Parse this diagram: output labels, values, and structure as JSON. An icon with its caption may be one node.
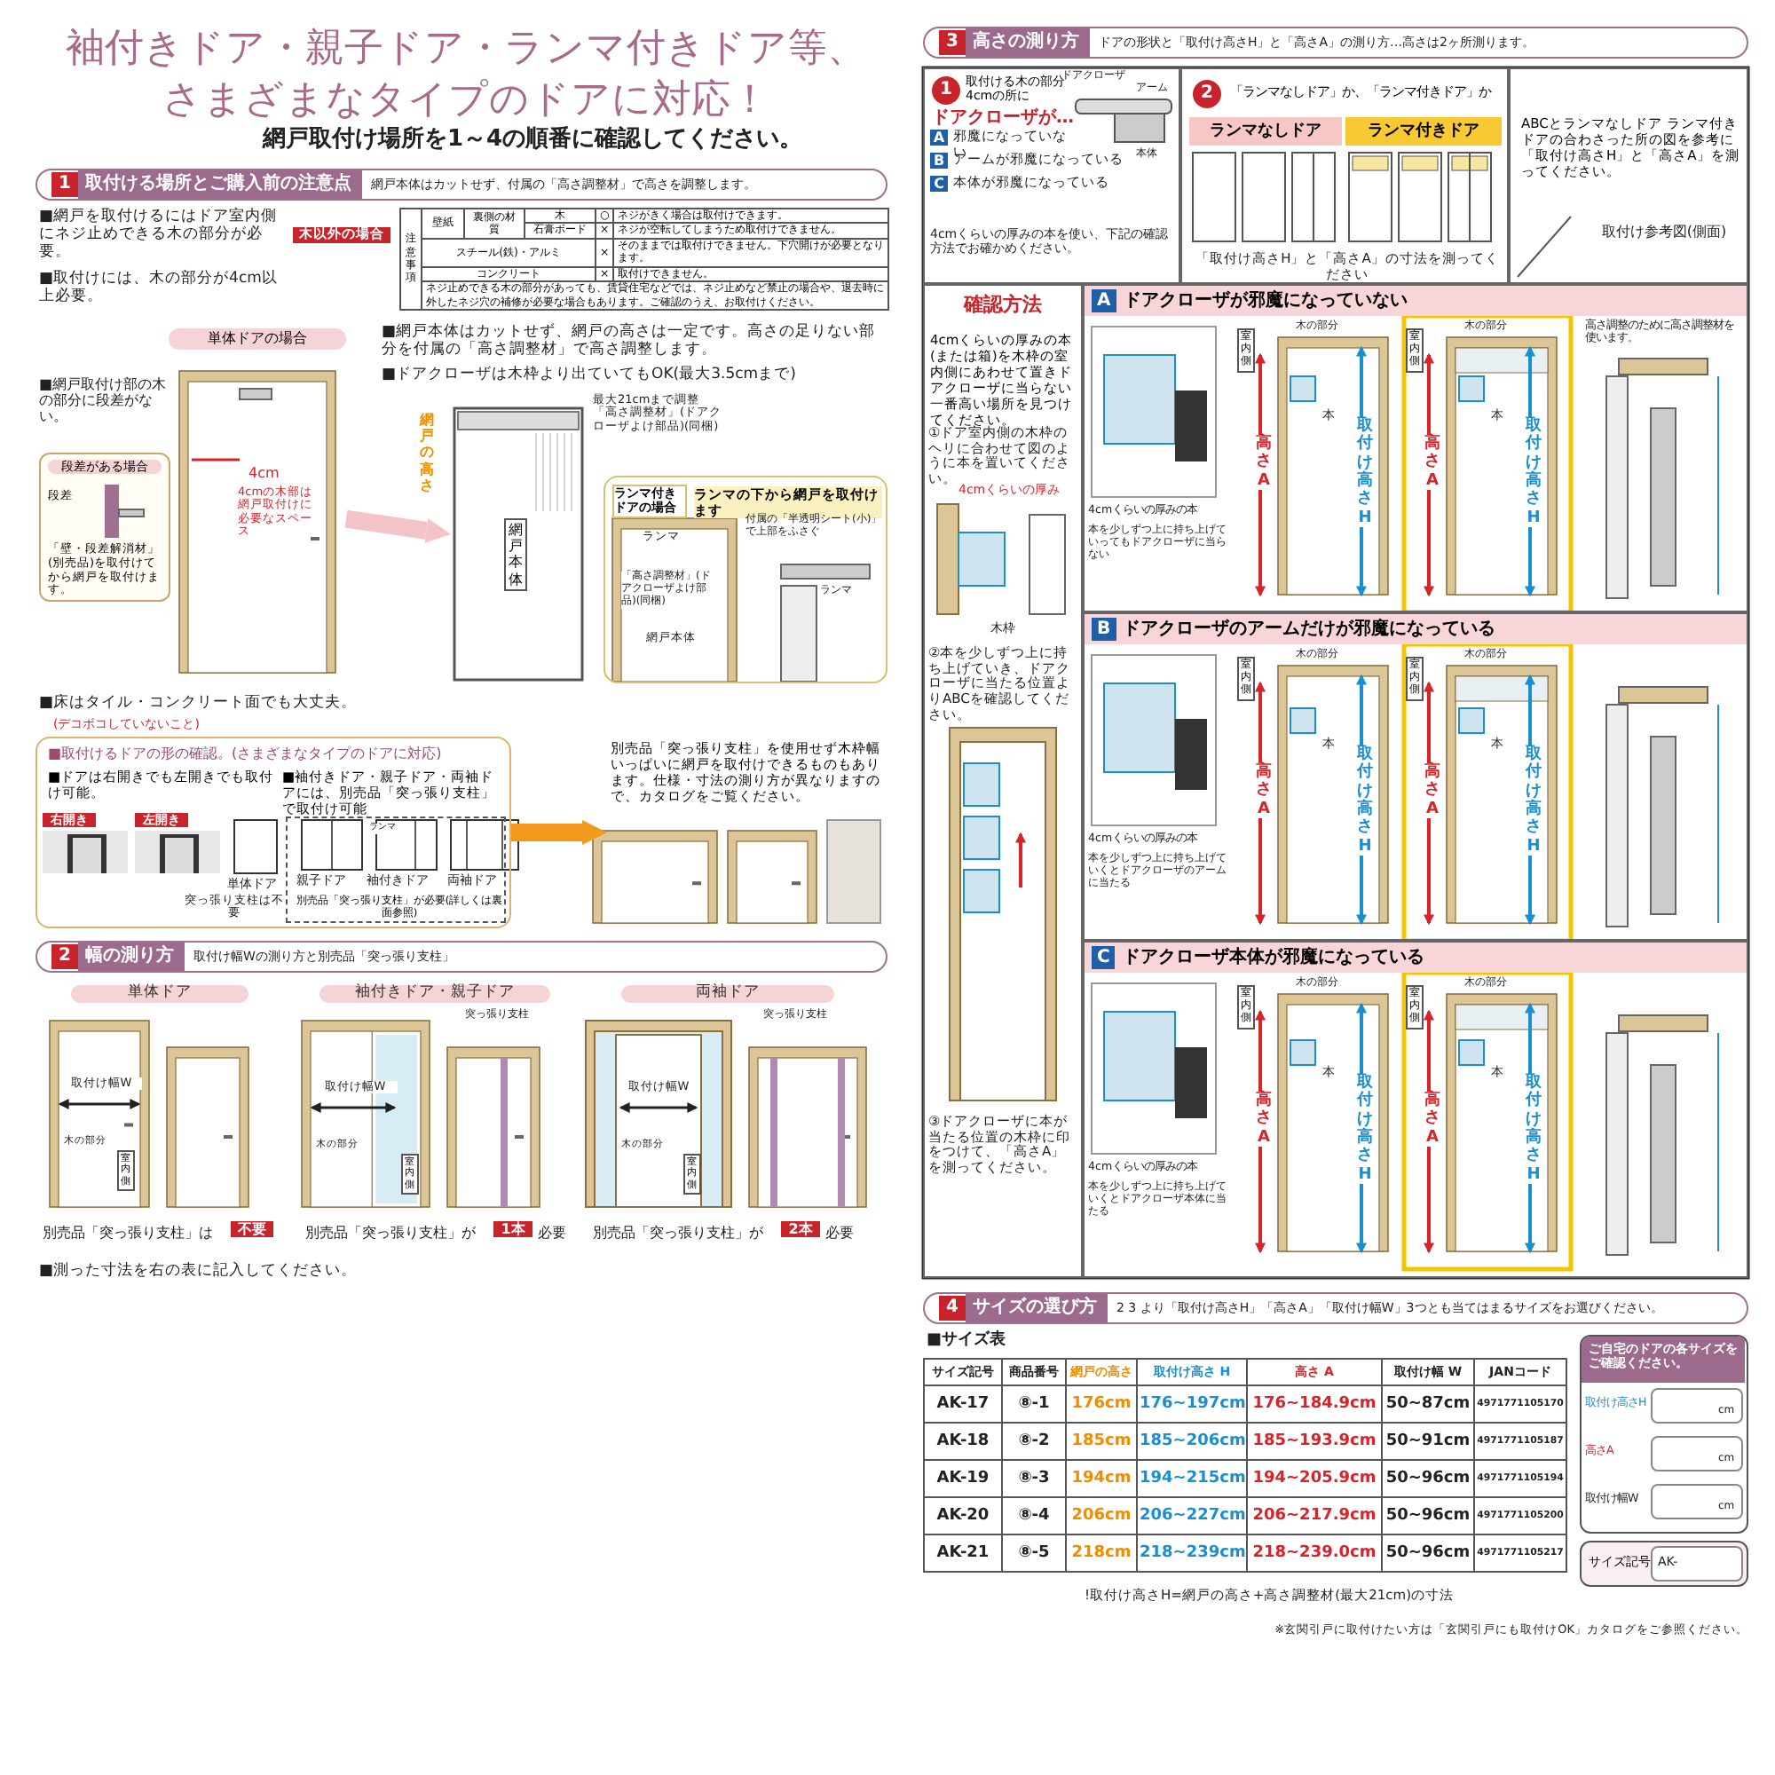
{
  "diagram": {
    "title": "袖付きドア・親子ドア・ランマ付きドア等、さまざまなタイプのドアに対応！",
    "nodes": [
      {
        "text": [
          "1",
          "取付ける場所とご購入前の注意点",
          "網戸本体はカットせず、付属の「高さ調整材」で高さを調整します。"
        ]
      },
      {
        "text": [
          "単体ドアの場合"
        ]
      },
      {
        "text": [
          "段差がある場合",
          "段差",
          "「壁・段差解消材」(別売品)を取付けてから網戸を取付けます。"
        ]
      },
      {
        "text": [],
        "shape": "picture"
      },
      {
        "text": [
          "ランマ付きドアの場合",
          "ランマの下から網戸を取付けます"
        ]
      },
      {
        "text": [
          "■取付けるドアの形の確認。(さまざまなタイプのドアに対応)",
          "■ドアは右開きでも左開きでも取付け可能。",
          "■袖付きドア・親子ドア・両袖ドアには、別売品「突っ張り支柱」で取付け可能"
        ]
      },
      {
        "text": [
          "別売品「突っ張り支柱」が必要(詳しくは裏面参照)"
        ],
        "in": 5
      },
      {
        "text": [
          "別売品「突っ張り支柱」を使用せず木枠幅いっぱいに網戸を取付けできるものもあります。仕様・寸法の測り方が異なりますので、カタログをご覧ください。"
        ]
      },
      {
        "text": [
          "2",
          "幅の測り方",
          "取付け幅Wの測り方と別売品「突っ張り支柱」"
        ]
      },
      {
        "text": [
          "3",
          "高さの測り方",
          "ドアの形状と「取付け高さH」と「高さA」の測り方…高さは2ヶ所測ります。"
        ]
      },
      {
        "text": [
          "1",
          "取付ける木の部分4cmの所に",
          "ドアクローザが…"
        ]
      },
      {
        "text": [
          "2",
          "「ランマなしドア」か、「ランマ付きドア」か"
        ]
      },
      {
        "text": [
          "ABCとランマなしドア ランマ付きドアの合わさった所の図を参考に「取付け高さH」と「高さA」を測ってください。"
        ]
      },
      {
        "text": [
          "確認方法",
          "4cmくらいの厚みの本(または箱)を木枠の室内側にあわせて置きドアクローザに当らない一番高い場所を見つけてください。"
        ]
      },
      {
        "text": [
          "A",
          "ドアクローザが邪魔になっていない"
        ]
      },
      {
        "text": [
          "B",
          "ドアクローザのアームだけが邪魔になっている"
        ]
      },
      {
        "text": [
          "C",
          "ドアクローザ本体が邪魔になっている"
        ]
      },
      {
        "text": [
          "4",
          "サイズの選び方",
          "2 3 より「取付け高さH」「高さA」「取付け幅W」3つとも当てはまるサイズをお選びください。"
        ]
      },
      {
        "text": [
          "ご自宅のドアの各サイズをご確認ください。"
        ]
      },
      {
        "text": [
          "サイズ記号"
        ]
      }
    ],
    "edges": [
      {
        "from": 1,
        "to": 3,
        "arrow": "to",
        "color": "#f4c3c8"
      },
      {
        "from": 5,
        "to": 7,
        "arrow": "to",
        "color": "#f39a1e"
      }
    ],
    "labels": [
      "網戸取付け場所を1～4の順番に確認してください。",
      "■網戸を取付けるにはドア室内側にネジ止めできる木の部分が必要。",
      "■取付けには、木の部分が4cm以上必要。",
      "木以外の場合",
      "注意事項",
      "壁紙",
      "裏側の材質",
      "木",
      "○",
      "ネジがきく場合は取付けできます。",
      "石膏ボード",
      "×",
      "ネジが空転してしまうため取付けできません。",
      "スチール(鉄)・アルミ",
      "×",
      "そのままでは取付けできません。下穴開けが必要となります。",
      "コンクリート",
      "×",
      "取付けできません。",
      "ネジ止めできる木の部分があっても、賃貸住宅などでは、ネジ止めなど禁止の場合や、退去時に外したネジ穴の補修が必要な場合もあります。ご確認のうえ、お取付けください。",
      "■網戸取付け部の木の部分に段差がない。",
      "4cm",
      "4cmの木部は網戸取付けに必要なスペース",
      "■床はタイル・コンクリート面でも大丈夫。",
      "(デコボコしていないこと)",
      "■網戸本体はカットせず、網戸の高さは一定です。高さの足りない部分を付属の「高さ調整材」で高さ調整します。",
      "■ドアクローザは木枠より出ていてもOK(最大3.5cmまで)",
      "網戸の高さ",
      "網戸本体",
      "最大21cmまで調整「高さ調整材」(ドアクローザよけ部品)(同梱)",
      "ランマ",
      "「高さ調整材」(ドアクローザよけ部品)(同梱)",
      "網戸本体",
      "付属の「半透明シート(小)」で上部をふさぐ",
      "ランマ",
      "右開き",
      "左開き",
      "単体ドア",
      "突っ張り支柱は不要",
      "親子ドア",
      "袖付きドア",
      "ランマ",
      "両袖ドア",
      "単体ドア",
      "袖付きドア・親子ドア",
      "両袖ドア",
      "取付け幅W",
      "木の部分",
      "室内側",
      "突っ張り支柱",
      "取付け幅W",
      "木の部分",
      "室内側",
      "突っ張り支柱",
      "取付け幅W",
      "木の部分",
      "室内側",
      "別売品「突っ張り支柱」は",
      "不要",
      "別売品「突っ張り支柱」が",
      "1本",
      "必要",
      "別売品「突っ張り支柱」が",
      "2本",
      "必要",
      "■測った寸法を右の表に記入してください。",
      "A",
      "邪魔になっていない",
      "B",
      "アームが邪魔になっている",
      "C",
      "本体が邪魔になっている",
      "4cmくらいの厚みの本を使い、下記の確認方法でお確かめください。",
      "ドアクローザ",
      "アーム",
      "本体",
      "ランマなしドア",
      "ランマ付きドア",
      "「取付け高さH」と「高さA」の寸法を測ってください",
      "取付け参考図(側面)",
      "①ドア室内側の木枠のヘリに合わせて図のように本を置いてください。",
      "4cmくらいの厚み",
      "木枠",
      "②本を少しずつ上に持ち上げていき、ドアクローザに当たる位置よりABCを確認してください。",
      "③ドアクローザに本が当たる位置の木枠に印をつけて、「高さA」を測ってください。",
      "4cmくらいの厚みの本",
      "本を少しずつ上に持ち上げていってもドアクローザに当らない",
      "木の部分",
      "高さA",
      "取付け高さH",
      "本",
      "室内側",
      "木の部分",
      "高さA",
      "取付け高さH",
      "本",
      "室内側",
      "高さ調整のために高さ調整材を使います。",
      "4cmくらいの厚みの本",
      "本を少しずつ上に持ち上げていくとドアクローザのアームに当たる",
      "木の部分",
      "高さA",
      "取付け高さH",
      "本",
      "室内側",
      "木の部分",
      "高さA",
      "取付け高さH",
      "本",
      "室内側",
      "4cmくらいの厚みの本",
      "本を少しずつ上に持ち上げていくとドアクローザ本体に当たる",
      "木の部分",
      "高さA",
      "取付け高さH",
      "本",
      "室内側",
      "木の部分",
      "高さA",
      "取付け高さH",
      "本",
      "室内側",
      "■サイズ表",
      "サイズ記号",
      "商品番号",
      "網戸の高さ",
      "取付け高さ H",
      "高さ A",
      "取付け幅 W",
      "JANコード",
      "AK-17",
      "⑧-1",
      "176cm",
      "176~197cm",
      "176~184.9cm",
      "50~87cm",
      "4971771105170",
      "AK-18",
      "⑧-2",
      "185cm",
      "185~206cm",
      "185~193.9cm",
      "50~91cm",
      "4971771105187",
      "AK-19",
      "⑧-3",
      "194cm",
      "194~215cm",
      "194~205.9cm",
      "50~96cm",
      "4971771105194",
      "AK-20",
      "⑧-4",
      "206cm",
      "206~227cm",
      "206~217.9cm",
      "50~96cm",
      "4971771105200",
      "AK-21",
      "⑧-5",
      "218cm",
      "218~239cm",
      "218~239.0cm",
      "50~96cm",
      "4971771105217",
      "!取付け高さH=網戸の高さ+高さ調整材(最大21cm)の寸法",
      "取付け高さH",
      "cm",
      "高さA",
      "cm",
      "取付け幅W",
      "cm",
      "AK-",
      "※玄関引戸に取付けたい方は「玄関引戸にも取付けOK」カタログをご参照ください。"
    ]
  }
}
